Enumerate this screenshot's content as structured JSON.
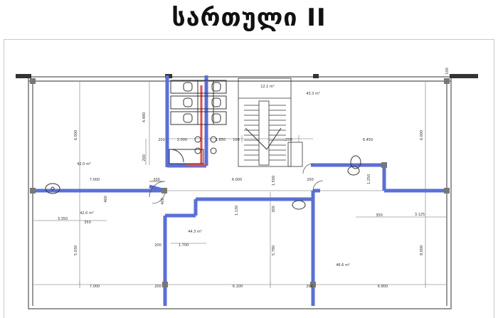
{
  "title": "სართული II",
  "rooms": {
    "top_left_area": "42.0 m²",
    "stair_area": "12.1 m²",
    "top_right_area": "43.3 m²",
    "bottom_left_area": "42.0 m²",
    "center_area": "44.3 m²",
    "bottom_right_area": "46.6 m²"
  },
  "dimensions": {
    "d_7000_top": "7.000",
    "d_6000_mid": "6.000",
    "d_6450": "6.450",
    "d_2000": "2.000",
    "d_1850": "1.850",
    "d_6000_v_left": "6.000",
    "d_4480": "4.480",
    "d_6000_v_right": "6.000",
    "d_3350": "3.350",
    "d_350": "350",
    "d_5030": "5.030",
    "d_1700": "1.700",
    "d_5780": "5.780",
    "d_3125": "3.125",
    "d_9000": "9.000",
    "d_7000_bot": "7.000",
    "d_6100": "6.100",
    "d_6800": "6.800",
    "d_1130": "1.130",
    "d_1250": "1.250",
    "d_1500": "1.500",
    "d_200_a": "200",
    "d_200_b": "200",
    "d_200_c": "200",
    "d_200_d": "200",
    "d_200_e": "200",
    "d_200_f": "200",
    "d_200_g": "200",
    "d_200_h": "200",
    "d_100": "100",
    "d_300": "300",
    "d_400": "400",
    "d_400b": "400",
    "d_350b": "350",
    "d_1100": "100"
  },
  "colors": {
    "wall_blue": "#5b6fd6",
    "pipe_red": "#e0504a",
    "dim_line": "#8a8a8a",
    "outline": "#333333"
  }
}
